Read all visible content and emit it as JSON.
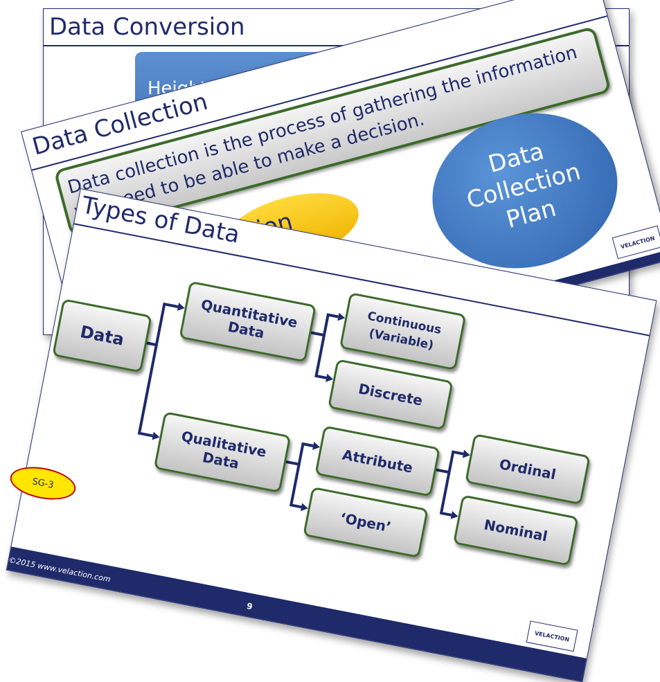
{
  "slide_back": {
    "title": "Data Conversion",
    "box_text": "Height i"
  },
  "slide_middle": {
    "title": "Data Collection",
    "definition": "Data collection is the process of gathering the information you need to be able to make a decision.",
    "oval_text": "ion",
    "circle_text": "Data Collection Plan",
    "logo_text": "VELACTION"
  },
  "slide_front": {
    "title": "Types of Data",
    "nodes": {
      "data": "Data",
      "quantitative": "Quantitative Data",
      "qualitative": "Qualitative Data",
      "continuous": "Continuous (Variable)",
      "discrete": "Discrete",
      "attribute": "Attribute",
      "open": "‘Open’",
      "ordinal": "Ordinal",
      "nominal": "Nominal"
    },
    "badge": "SG-3",
    "copyright": "©2015 www.velaction.com",
    "page_number": "9",
    "logo_text": "VELACTION",
    "colors": {
      "navy": "#1f2a6b",
      "node_border": "#3c6a2a",
      "badge_fill": "#ffe600"
    }
  }
}
